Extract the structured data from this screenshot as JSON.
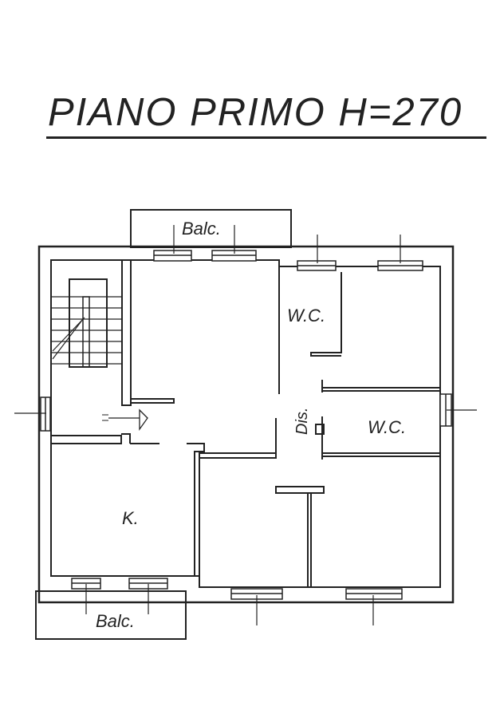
{
  "title": "PIANO PRIMO H=270",
  "labels": {
    "balcony_top": "Balc.",
    "balcony_bottom": "Balc.",
    "wc_upper": "W.C.",
    "wc_lower": "W.C.",
    "disimpegno": "Dis.",
    "kitchen": "K."
  },
  "colors": {
    "ink": "#222222",
    "paper": "#ffffff"
  }
}
